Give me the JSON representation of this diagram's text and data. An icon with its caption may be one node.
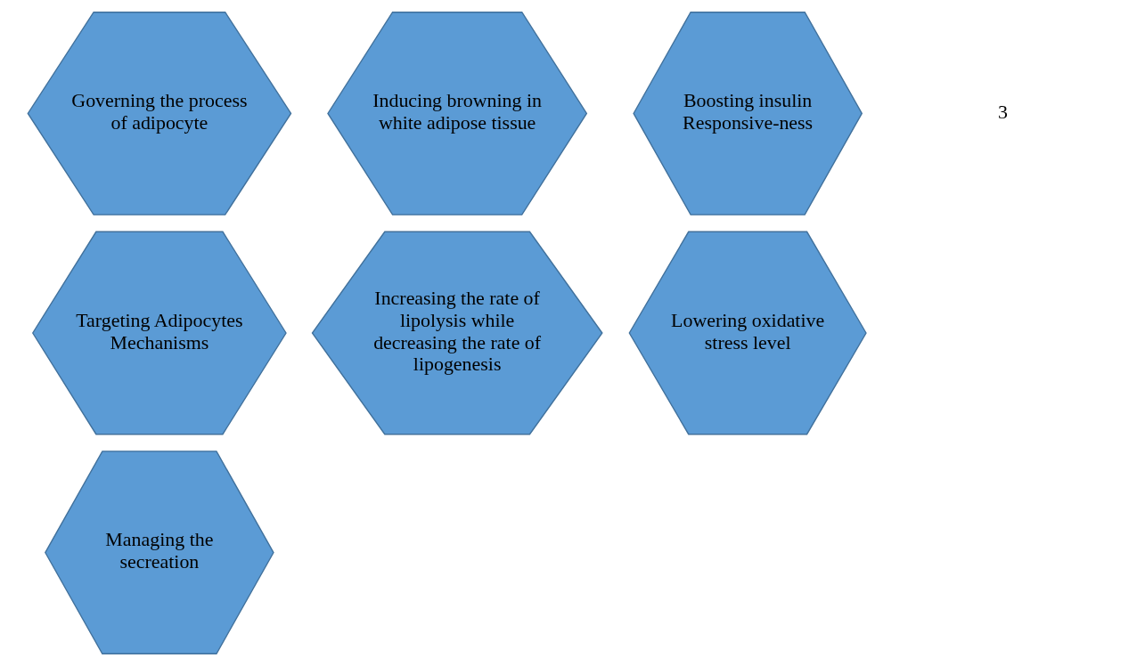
{
  "diagram": {
    "nodes": [
      {
        "text": [
          "Governing the process of adipocyte"
        ]
      },
      {
        "text": [
          "Inducing browning in white adipose tissue"
        ]
      },
      {
        "text": [
          "Boosting insulin Responsive-ness"
        ]
      },
      {
        "text": [
          "Targeting Adipocytes Mechanisms"
        ]
      },
      {
        "text": [
          "Increasing the rate of lipolysis while decreasing the rate of lipogenesis"
        ]
      },
      {
        "text": [
          "Lowering oxidative stress level"
        ]
      },
      {
        "text": [
          "Managing the secreation"
        ]
      }
    ],
    "edges": [],
    "labels": [
      "3"
    ]
  }
}
